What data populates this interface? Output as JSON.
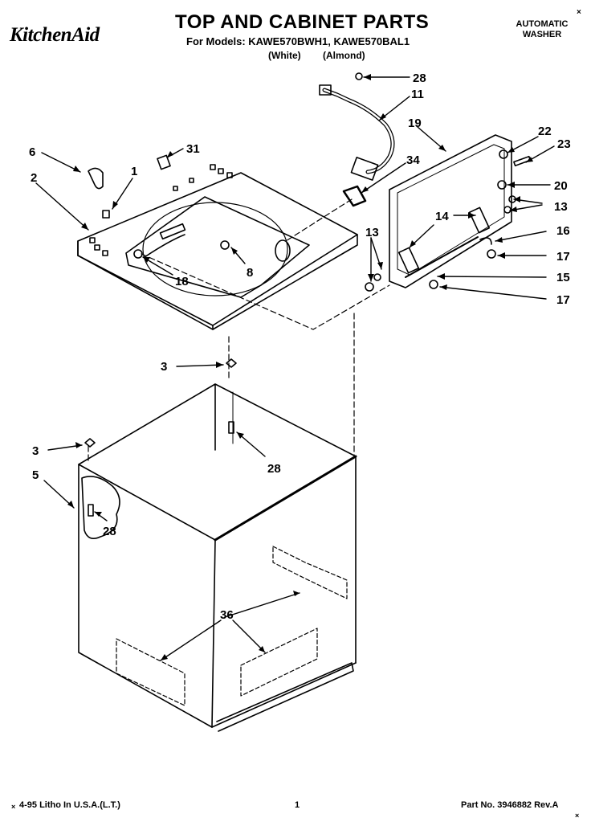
{
  "header": {
    "brand": "KitchenAid",
    "title": "TOP AND CABINET PARTS",
    "models_line": "For Models: KAWE570BWH1, KAWE570BAL1",
    "variant_white": "(White)",
    "variant_almond": "(Almond)",
    "product_line1": "AUTOMATIC",
    "product_line2": "WASHER",
    "corner_mark": "×"
  },
  "footer": {
    "left_mark": "×",
    "litho": "4-95 Litho In U.S.A.(L.T.)",
    "page": "1",
    "part_no": "Part No. 3946882 Rev.A",
    "right_mark": "×"
  },
  "callouts": {
    "c28a": "28",
    "c11": "11",
    "c19": "19",
    "c22": "22",
    "c23": "23",
    "c6": "6",
    "c31": "31",
    "c1": "1",
    "c2": "2",
    "c34": "34",
    "c20": "20",
    "c13a": "13",
    "c14": "14",
    "c16": "16",
    "c13b": "13",
    "c17a": "17",
    "c15": "15",
    "c17b": "17",
    "c8": "8",
    "c18": "18",
    "c3a": "3",
    "c28b": "28",
    "c3b": "3",
    "c5": "5",
    "c28c": "28",
    "c36": "36"
  }
}
